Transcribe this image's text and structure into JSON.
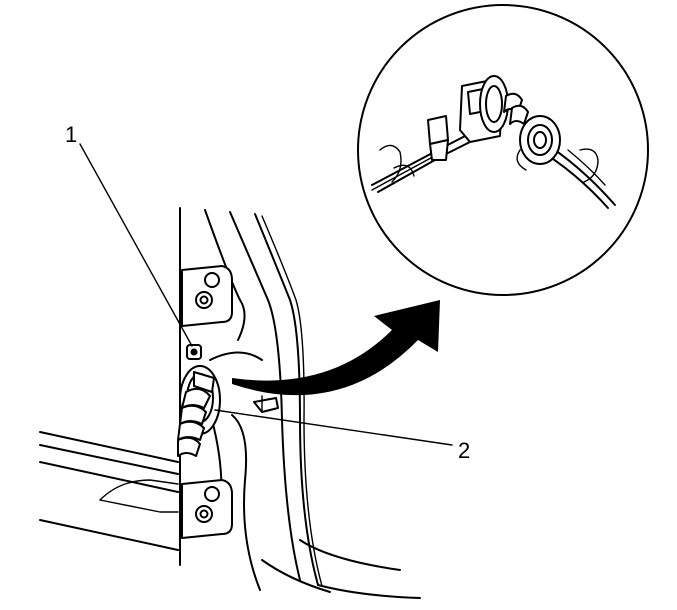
{
  "callouts": [
    {
      "id": "1",
      "label": "1"
    },
    {
      "id": "2",
      "label": "2"
    }
  ],
  "colors": {
    "line": "#000000",
    "background": "#ffffff"
  },
  "icons": {
    "arrow": "curved-arrow-icon",
    "detail": "magnified-detail-view"
  }
}
